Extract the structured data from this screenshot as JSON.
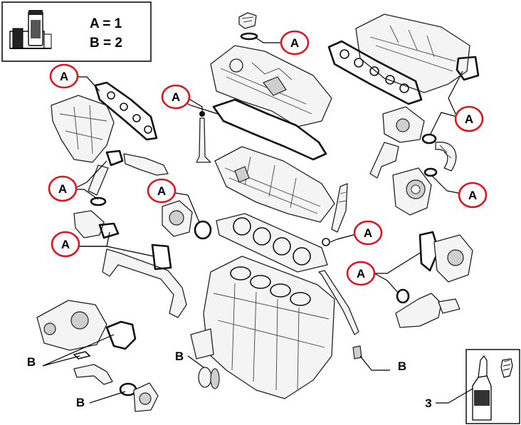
{
  "legend": {
    "line_a": "A = 1",
    "line_b": "B = 2"
  },
  "callouts": [
    {
      "id": "a-cap-oring",
      "label": "A",
      "circled": true
    },
    {
      "id": "a-intake-gasket",
      "label": "A",
      "circled": true
    },
    {
      "id": "a-exhaust-gasket",
      "label": "A",
      "circled": true
    },
    {
      "id": "a-valve-cover",
      "label": "A",
      "circled": true
    },
    {
      "id": "a-egr-upper",
      "label": "A",
      "circled": true
    },
    {
      "id": "a-turbo-pipe",
      "label": "A",
      "circled": true
    },
    {
      "id": "a-water-pump",
      "label": "A",
      "circled": true
    },
    {
      "id": "a-egr-lower",
      "label": "A",
      "circled": true
    },
    {
      "id": "a-injector",
      "label": "A",
      "circled": true
    },
    {
      "id": "a-oil-pipe",
      "label": "A",
      "circled": true
    },
    {
      "id": "a-thermostat",
      "label": "A",
      "circled": true
    },
    {
      "id": "b-oil-pump",
      "label": "B",
      "circled": false
    },
    {
      "id": "b-pickup",
      "label": "B",
      "circled": false
    },
    {
      "id": "b-block-plug",
      "label": "B",
      "circled": false
    },
    {
      "id": "b-drain-plug",
      "label": "B",
      "circled": false
    }
  ],
  "sealant_number": "3",
  "colors": {
    "callout_ring": "#e0141e",
    "ink": "#000000"
  }
}
